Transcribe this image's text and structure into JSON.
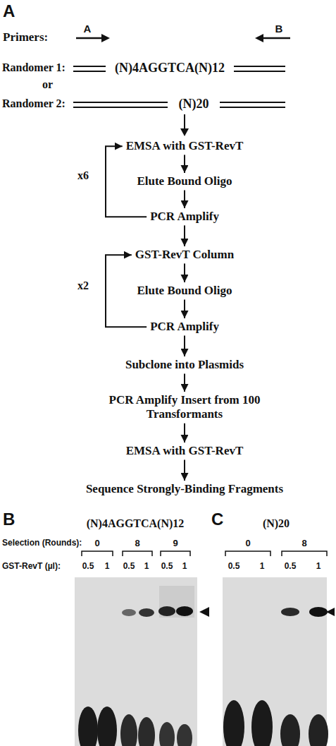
{
  "diagram": {
    "nodes": [
      {
        "text": [
          "EMSA with GST-RevT"
        ]
      },
      {
        "text": [
          "Elute Bound Oligo"
        ]
      },
      {
        "text": [
          "PCR Amplify"
        ]
      },
      {
        "text": [
          "GST-RevT Column"
        ]
      },
      {
        "text": [
          "Elute Bound Oligo"
        ]
      },
      {
        "text": [
          "PCR Amplify"
        ]
      },
      {
        "text": [
          "Subclone into Plasmids"
        ]
      },
      {
        "text": [
          "PCR Amplify Insert from 100 Transformants"
        ]
      },
      {
        "text": [
          "EMSA with GST-RevT"
        ]
      },
      {
        "text": [
          "Sequence Strongly-Binding Fragments"
        ]
      }
    ],
    "edges": [
      {
        "from": 0,
        "to": 1,
        "arrow": "to"
      },
      {
        "from": 1,
        "to": 2,
        "arrow": "to"
      },
      {
        "from": 2,
        "to": 0,
        "arrow": "to"
      },
      {
        "from": 2,
        "to": 3,
        "arrow": "to"
      },
      {
        "from": 3,
        "to": 4,
        "arrow": "to"
      },
      {
        "from": 4,
        "to": 5,
        "arrow": "to"
      },
      {
        "from": 5,
        "to": 3,
        "arrow": "to"
      },
      {
        "from": 5,
        "to": 6,
        "arrow": "to"
      },
      {
        "from": 6,
        "to": 7,
        "arrow": "to"
      },
      {
        "from": 7,
        "to": 8,
        "arrow": "to"
      },
      {
        "from": 8,
        "to": 9,
        "arrow": "to"
      }
    ],
    "labels": [
      "A",
      "Primers:",
      "A",
      "B",
      "Randomer 1:",
      "(N)4AGGTCA(N)12",
      "or",
      "Randomer 2:",
      "(N)20",
      "x6",
      "x2",
      "B",
      "(N)4AGGTCA(N)12",
      "Selection (Rounds):",
      "0",
      "8",
      "9",
      "GST-RevT (µl):",
      "0.5",
      "1",
      "0.5",
      "1",
      "0.5",
      "1",
      "C",
      "(N)20",
      "0",
      "8",
      "0.5",
      "1",
      "0.5",
      "1"
    ]
  }
}
